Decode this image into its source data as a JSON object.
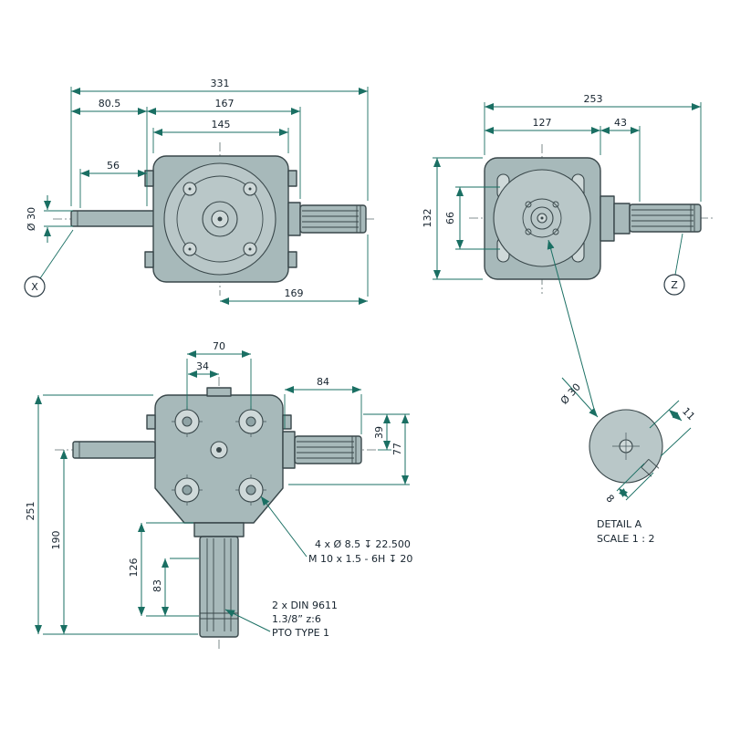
{
  "title": "Right-angle PTO gearbox dimensional drawing",
  "colors": {
    "dimension_line": "#1a6f63",
    "part_fill": "#a7b9ba",
    "part_fill_light": "#c2cecf",
    "outline": "#39474a",
    "text": "#16232e",
    "background": "#ffffff"
  },
  "view_x": {
    "label": "X",
    "dim_overall_length": "331",
    "dim_input_shaft": "80.5",
    "dim_body_length": "167",
    "dim_flange": "145",
    "dim_shaft_step": "56",
    "dim_shaft_diameter": "Ø 30",
    "dim_output_side": "169"
  },
  "view_z": {
    "label": "Z",
    "dim_overall_width": "253",
    "dim_body_width": "127",
    "dim_cover": "43",
    "dim_bolt_spacing": "66",
    "dim_height": "132"
  },
  "view_top": {
    "dim_bolt_spacing_x": "70",
    "dim_bolt_offset": "34",
    "dim_shaft_length": "84",
    "dim_offset_39": "39",
    "dim_offset_77": "77",
    "dim_total_height": "251",
    "dim_height_190": "190",
    "dim_pto_length": "126",
    "dim_spline_length": "83",
    "note_holes_line1": "4 x Ø 8.5  ↧ 22.500",
    "note_holes_line2": "M 10 x 1.5 - 6H  ↧ 20",
    "note_pto_line1": "2 x DIN 9611",
    "note_pto_line2": "1.3/8” z:6",
    "note_pto_line3": "PTO TYPE 1"
  },
  "detail_a": {
    "dim_diameter": "Ø 30",
    "dim_key_depth": "11",
    "dim_key_width": "8",
    "label_line1": "DETAIL A",
    "label_line2": "SCALE 1 : 2"
  }
}
